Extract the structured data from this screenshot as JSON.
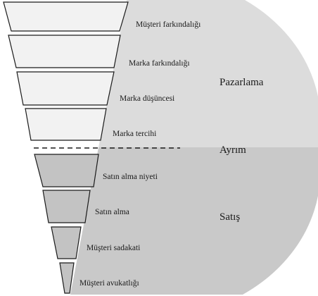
{
  "funnel": {
    "steps": [
      {
        "label": "Müşteri farkındalığı",
        "group": "marketing"
      },
      {
        "label": "Marka farkındalığı",
        "group": "marketing"
      },
      {
        "label": "Marka düşüncesi",
        "group": "marketing"
      },
      {
        "label": "Marka tercihi",
        "group": "marketing"
      },
      {
        "label": "Satın alma niyeti",
        "group": "sales"
      },
      {
        "label": "Satın alma",
        "group": "sales"
      },
      {
        "label": "Müşteri sadakati",
        "group": "sales"
      },
      {
        "label": "Müşteri avukatlığı",
        "group": "sales"
      }
    ]
  },
  "sections": {
    "marketing": {
      "label": "Pazarlama"
    },
    "divider": {
      "label": "Ayrım"
    },
    "sales": {
      "label": "Satış"
    }
  },
  "colors": {
    "marketing_fill": "#f2f2f2",
    "sales_fill": "#c3c3c3",
    "marketing_background": "#dcdcdc",
    "sales_background": "#c9c9c9",
    "stroke": "#1a1a1a"
  }
}
